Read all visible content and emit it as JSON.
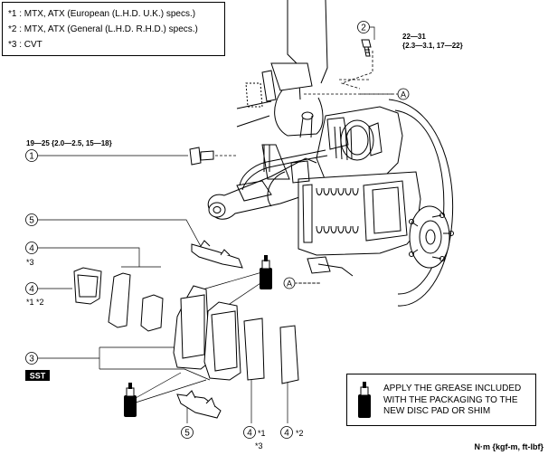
{
  "notes": [
    "*1 : MTX, ATX (European (L.H.D. U.K.) specs.)",
    "*2 : MTX, ATX (General (L.H.D. R.H.D.) specs.)",
    "*3 : CVT"
  ],
  "callouts": {
    "c1": {
      "number": "1",
      "torque": "19—25 {2.0—2.5, 15—18}"
    },
    "c2": {
      "number": "2",
      "torque_line1": "22—31",
      "torque_line2": "{2.3—3.1, 17—22}"
    },
    "c3": {
      "number": "3",
      "tag": "SST"
    },
    "c4a": {
      "number": "4",
      "note": "*3"
    },
    "c4b": {
      "number": "4",
      "note": "*1 *2"
    },
    "c4c": {
      "number": "4",
      "note": "*1",
      "note2": "*3"
    },
    "c4d": {
      "number": "4",
      "note": "*2"
    },
    "c5a": {
      "number": "5"
    },
    "c5b": {
      "number": "5"
    },
    "ref_a": "A"
  },
  "legend": {
    "line1": "APPLY THE GREASE INCLUDED",
    "line2": "WITH THE PACKAGING TO THE",
    "line3": "NEW DISC PAD OR SHIM"
  },
  "units": "N·m {kgf-m, ft-lbf}"
}
